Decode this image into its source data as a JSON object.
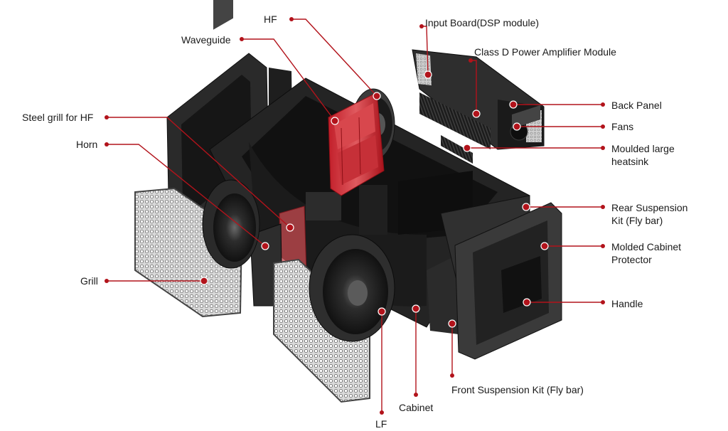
{
  "diagram": {
    "accent_color": "#b2131b",
    "callouts": [
      {
        "id": "hf",
        "text": [
          "HF"
        ]
      },
      {
        "id": "input-board",
        "text": [
          "Input Board(DSP module)"
        ]
      },
      {
        "id": "waveguide",
        "text": [
          "Waveguide"
        ]
      },
      {
        "id": "class-d",
        "text": [
          "Class D Power Amplifier Module"
        ]
      },
      {
        "id": "back-panel",
        "text": [
          "Back Panel"
        ]
      },
      {
        "id": "steel-grill",
        "text": [
          "Steel grill for HF"
        ]
      },
      {
        "id": "fans",
        "text": [
          "Fans"
        ]
      },
      {
        "id": "horn",
        "text": [
          "Horn"
        ]
      },
      {
        "id": "heatsink",
        "text": [
          "Moulded large",
          "heatsink"
        ]
      },
      {
        "id": "rear-suspension",
        "text": [
          "Rear Suspension",
          "Kit (Fly bar)"
        ]
      },
      {
        "id": "cabinet-protector",
        "text": [
          "Molded Cabinet",
          "Protector"
        ]
      },
      {
        "id": "grill",
        "text": [
          "Grill"
        ]
      },
      {
        "id": "handle",
        "text": [
          "Handle"
        ]
      },
      {
        "id": "front-suspension",
        "text": [
          "Front Suspension Kit (Fly bar)"
        ]
      },
      {
        "id": "cabinet",
        "text": [
          "Cabinet"
        ]
      },
      {
        "id": "lf",
        "text": [
          "LF"
        ]
      }
    ]
  }
}
